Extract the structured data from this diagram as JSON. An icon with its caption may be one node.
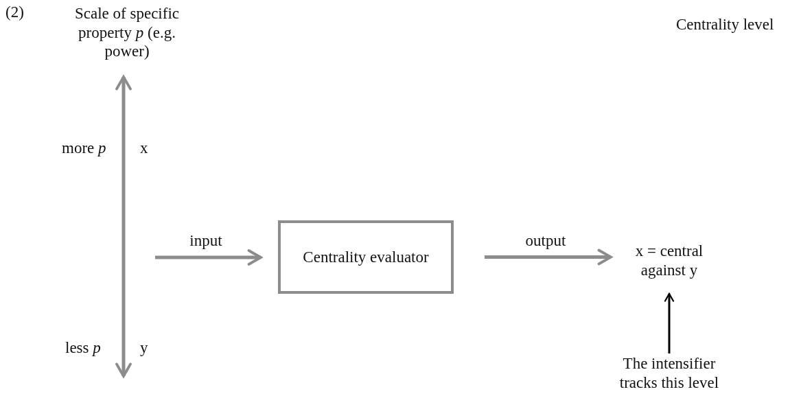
{
  "diagram": {
    "nodes": [
      {
        "text": [
          "Centrality evaluator"
        ]
      },
      {
        "text": [
          "x = central against y"
        ]
      },
      {
        "text": [
          "The intensifier tracks this level"
        ]
      }
    ],
    "edges": [
      {
        "from": null,
        "to": 0,
        "arrow": "to",
        "label": "input"
      },
      {
        "from": 0,
        "to": 1,
        "arrow": "to",
        "label": "output"
      },
      {
        "from": 2,
        "to": 1,
        "arrow": "to",
        "color": "#000000"
      }
    ],
    "labels": [
      "(2)",
      "Scale of specific property *p* (e.g. power)",
      "Centrality level",
      "more *p*",
      "x",
      "less *p*",
      "y"
    ]
  }
}
